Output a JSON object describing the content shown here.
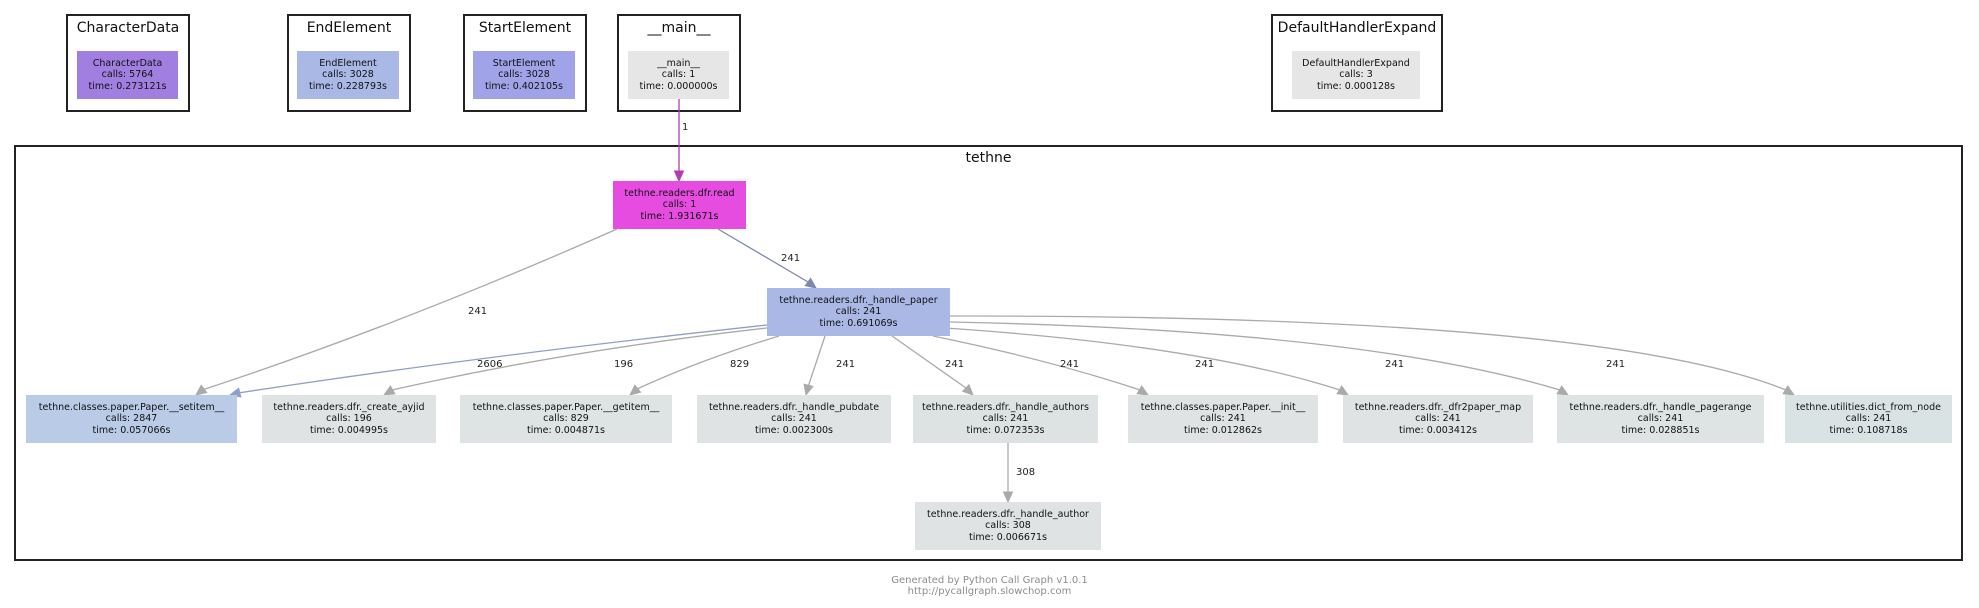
{
  "clusters": [
    {
      "id": "CharacterData",
      "title": "CharacterData"
    },
    {
      "id": "EndElement",
      "title": "EndElement"
    },
    {
      "id": "StartElement",
      "title": "StartElement"
    },
    {
      "id": "main",
      "title": "__main__"
    },
    {
      "id": "DefaultHandlerExpand",
      "title": "DefaultHandlerExpand"
    },
    {
      "id": "tethne",
      "title": "tethne"
    }
  ],
  "nodes": [
    {
      "id": "chardata",
      "name": "CharacterData",
      "calls": "calls: 5764",
      "time": "time: 0.273121s",
      "color": "#a07fe0"
    },
    {
      "id": "endelem",
      "name": "EndElement",
      "calls": "calls: 3028",
      "time": "time: 0.228793s",
      "color": "#aab8e6"
    },
    {
      "id": "startelem",
      "name": "StartElement",
      "calls": "calls: 3028",
      "time": "time: 0.402105s",
      "color": "#a0a3e8"
    },
    {
      "id": "main",
      "name": "__main__",
      "calls": "calls: 1",
      "time": "time: 0.000000s",
      "color": "#e6e6e6"
    },
    {
      "id": "dhe",
      "name": "DefaultHandlerExpand",
      "calls": "calls: 3",
      "time": "time: 0.000128s",
      "color": "#e6e6e6"
    },
    {
      "id": "read",
      "name": "tethne.readers.dfr.read",
      "calls": "calls: 1",
      "time": "time: 1.931671s",
      "color": "#e64ce0"
    },
    {
      "id": "handle_paper",
      "name": "tethne.readers.dfr._handle_paper",
      "calls": "calls: 241",
      "time": "time: 0.691069s",
      "color": "#aab8e6"
    },
    {
      "id": "setitem",
      "name": "tethne.classes.paper.Paper.__setitem__",
      "calls": "calls: 2847",
      "time": "time: 0.057066s",
      "color": "#b9cbe6"
    },
    {
      "id": "create_ayjid",
      "name": "tethne.readers.dfr._create_ayjid",
      "calls": "calls: 196",
      "time": "time: 0.004995s",
      "color": "#e0e3e3"
    },
    {
      "id": "getitem",
      "name": "tethne.classes.paper.Paper.__getitem__",
      "calls": "calls: 829",
      "time": "time: 0.004871s",
      "color": "#dee3e3"
    },
    {
      "id": "pubdate",
      "name": "tethne.readers.dfr._handle_pubdate",
      "calls": "calls: 241",
      "time": "time: 0.002300s",
      "color": "#e0e3e3"
    },
    {
      "id": "authors",
      "name": "tethne.readers.dfr._handle_authors",
      "calls": "calls: 241",
      "time": "time: 0.072353s",
      "color": "#dde3e3"
    },
    {
      "id": "init",
      "name": "tethne.classes.paper.Paper.__init__",
      "calls": "calls: 241",
      "time": "time: 0.012862s",
      "color": "#e0e3e3"
    },
    {
      "id": "dfr2paper",
      "name": "tethne.readers.dfr._dfr2paper_map",
      "calls": "calls: 241",
      "time": "time: 0.003412s",
      "color": "#e0e3e3"
    },
    {
      "id": "pagerange",
      "name": "tethne.readers.dfr._handle_pagerange",
      "calls": "calls: 241",
      "time": "time: 0.028851s",
      "color": "#dee3e3"
    },
    {
      "id": "dict_from_node",
      "name": "tethne.utilities.dict_from_node",
      "calls": "calls: 241",
      "time": "time: 0.108718s",
      "color": "#dae3e3"
    },
    {
      "id": "author",
      "name": "tethne.readers.dfr._handle_author",
      "calls": "calls: 308",
      "time": "time: 0.006671s",
      "color": "#dfe3e3"
    }
  ],
  "edges": [
    {
      "from": "main",
      "to": "read",
      "label": "1",
      "color": "#b03cb3"
    },
    {
      "from": "read",
      "to": "handle_paper",
      "label": "241",
      "color": "#7d86b0"
    },
    {
      "from": "read",
      "to": "setitem",
      "label": "241",
      "color": "#aaaaaa"
    },
    {
      "from": "handle_paper",
      "to": "setitem",
      "label": "2606",
      "color": "#8fa0c4"
    },
    {
      "from": "handle_paper",
      "to": "create_ayjid",
      "label": "196",
      "color": "#aaaaaa"
    },
    {
      "from": "handle_paper",
      "to": "getitem",
      "label": "829",
      "color": "#aaaaaa"
    },
    {
      "from": "handle_paper",
      "to": "pubdate",
      "label": "241",
      "color": "#aaaaaa"
    },
    {
      "from": "handle_paper",
      "to": "authors",
      "label": "241",
      "color": "#aaaaaa"
    },
    {
      "from": "handle_paper",
      "to": "init",
      "label": "241",
      "color": "#aaaaaa"
    },
    {
      "from": "handle_paper",
      "to": "dfr2paper",
      "label": "241",
      "color": "#aaaaaa"
    },
    {
      "from": "handle_paper",
      "to": "pagerange",
      "label": "241",
      "color": "#aaaaaa"
    },
    {
      "from": "handle_paper",
      "to": "dict_from_node",
      "label": "241",
      "color": "#aaaaaa"
    },
    {
      "from": "authors",
      "to": "author",
      "label": "308",
      "color": "#aaaaaa"
    }
  ],
  "footer": {
    "line1": "Generated by Python Call Graph v1.0.1",
    "line2": "http://pycallgraph.slowchop.com"
  }
}
